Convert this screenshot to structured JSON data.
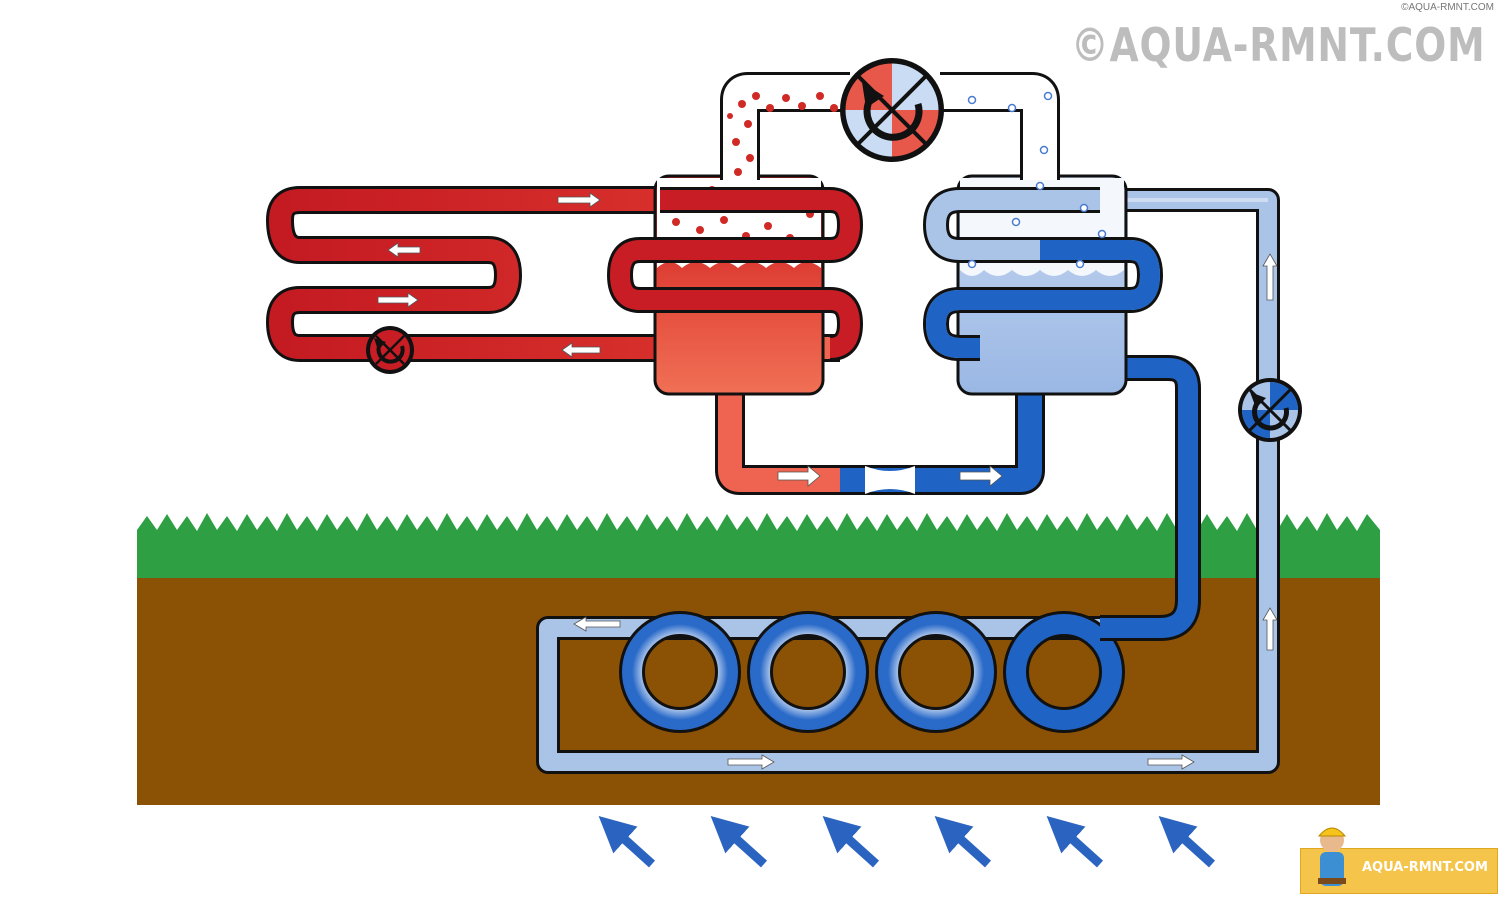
{
  "watermark": {
    "main_text": "©AQUA-RMNT.COM",
    "small_text": "©AQUA-RMNT.COM"
  },
  "badge": {
    "text": "AQUA-RMNT.COM"
  },
  "colors": {
    "hot_red": "#c81d25",
    "warm_red": "#e8584a",
    "cold_blue": "#1f64c4",
    "light_blue": "#aac4e8",
    "grass": "#2ea043",
    "soil": "#8b5205",
    "outline": "#111111"
  },
  "icons": [
    "compressor-icon",
    "pump-icon",
    "flow-arrow-icon",
    "heat-arrow-icon",
    "worker-icon"
  ]
}
